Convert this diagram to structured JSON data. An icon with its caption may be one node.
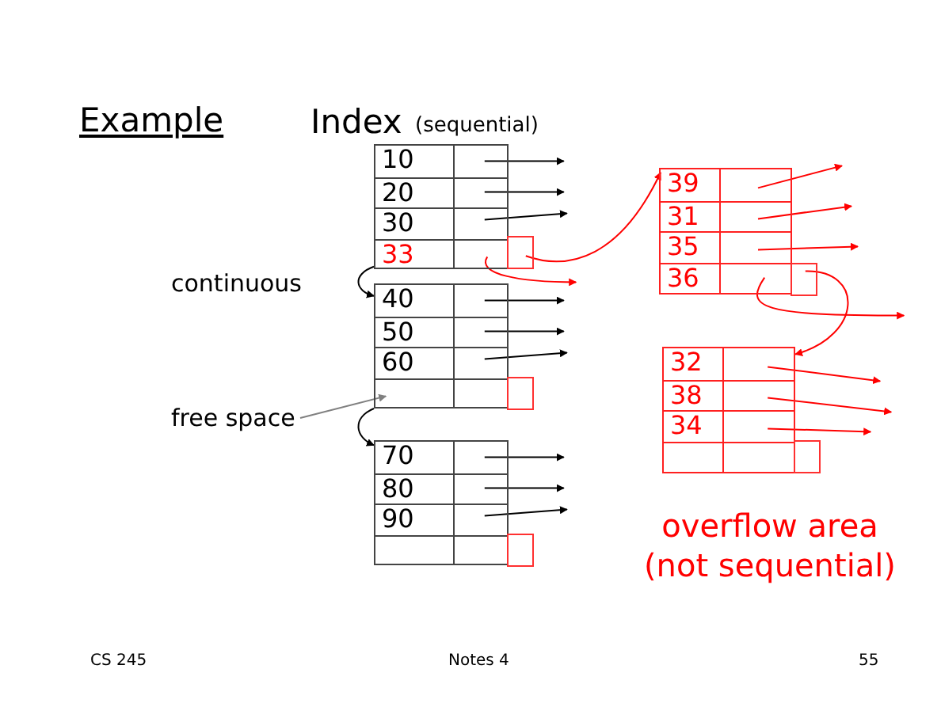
{
  "diagram": {
    "title": "Example",
    "nodes": [
      {
        "text": [],
        "shape": "box"
      },
      {
        "text": [
          "10"
        ],
        "in": 0
      },
      {
        "text": [
          "20"
        ],
        "in": 0
      },
      {
        "text": [
          "30"
        ],
        "in": 0
      },
      {
        "text": [
          "33"
        ],
        "in": 0
      },
      {
        "text": [],
        "shape": "box"
      },
      {
        "text": [],
        "shape": "box"
      },
      {
        "text": [
          "40"
        ],
        "in": 6
      },
      {
        "text": [
          "50"
        ],
        "in": 6
      },
      {
        "text": [
          "60"
        ],
        "in": 6
      },
      {
        "text": [],
        "shape": "box",
        "in": 6
      },
      {
        "text": [],
        "shape": "box"
      },
      {
        "text": [],
        "shape": "box"
      },
      {
        "text": [
          "70"
        ],
        "in": 12
      },
      {
        "text": [
          "80"
        ],
        "in": 12
      },
      {
        "text": [
          "90"
        ],
        "in": 12
      },
      {
        "text": [],
        "shape": "box",
        "in": 12
      },
      {
        "text": [],
        "shape": "box"
      },
      {
        "text": [],
        "shape": "box"
      },
      {
        "text": [
          "39"
        ],
        "in": 18
      },
      {
        "text": [
          "31"
        ],
        "in": 18
      },
      {
        "text": [
          "35"
        ],
        "in": 18
      },
      {
        "text": [
          "36"
        ],
        "in": 18
      },
      {
        "text": [],
        "shape": "box"
      },
      {
        "text": [],
        "shape": "box"
      },
      {
        "text": [
          "32"
        ],
        "in": 24
      },
      {
        "text": [
          "38"
        ],
        "in": 24
      },
      {
        "text": [
          "34"
        ],
        "in": 24
      },
      {
        "text": [],
        "shape": "box",
        "in": 24
      },
      {
        "text": [],
        "shape": "box"
      },
      {
        "text": [
          "continuous"
        ]
      },
      {
        "text": [
          "free space"
        ]
      }
    ],
    "edges": [
      {
        "from": 1,
        "to": null,
        "arrow": "to"
      },
      {
        "from": 2,
        "to": null,
        "arrow": "to"
      },
      {
        "from": 3,
        "to": null,
        "arrow": "to"
      },
      {
        "from": 4,
        "to": null,
        "arrow": "to",
        "color": "#ff0000"
      },
      {
        "from": 5,
        "to": 19,
        "arrow": "to",
        "color": "#ff0000"
      },
      {
        "from": 0,
        "to": 6,
        "arrow": "to"
      },
      {
        "from": 7,
        "to": null,
        "arrow": "to"
      },
      {
        "from": 8,
        "to": null,
        "arrow": "to"
      },
      {
        "from": 9,
        "to": null,
        "arrow": "to"
      },
      {
        "from": 31,
        "to": 10,
        "arrow": "to",
        "color": "#808080"
      },
      {
        "from": 6,
        "to": 12,
        "arrow": "to"
      },
      {
        "from": 13,
        "to": null,
        "arrow": "to"
      },
      {
        "from": 14,
        "to": null,
        "arrow": "to"
      },
      {
        "from": 15,
        "to": null,
        "arrow": "to"
      },
      {
        "from": 19,
        "to": null,
        "arrow": "to",
        "color": "#ff0000"
      },
      {
        "from": 20,
        "to": null,
        "arrow": "to",
        "color": "#ff0000"
      },
      {
        "from": 21,
        "to": null,
        "arrow": "to",
        "color": "#ff0000"
      },
      {
        "from": 22,
        "to": null,
        "arrow": "to",
        "color": "#ff0000"
      },
      {
        "from": 23,
        "to": 24,
        "arrow": "to",
        "color": "#ff0000"
      },
      {
        "from": 25,
        "to": null,
        "arrow": "to",
        "color": "#ff0000"
      },
      {
        "from": 26,
        "to": null,
        "arrow": "to",
        "color": "#ff0000"
      },
      {
        "from": 27,
        "to": null,
        "arrow": "to",
        "color": "#ff0000"
      }
    ],
    "labels": [
      "Index",
      "(sequential)",
      "overflow area (not sequential)",
      "CS 245",
      "Notes 4",
      "55"
    ]
  }
}
